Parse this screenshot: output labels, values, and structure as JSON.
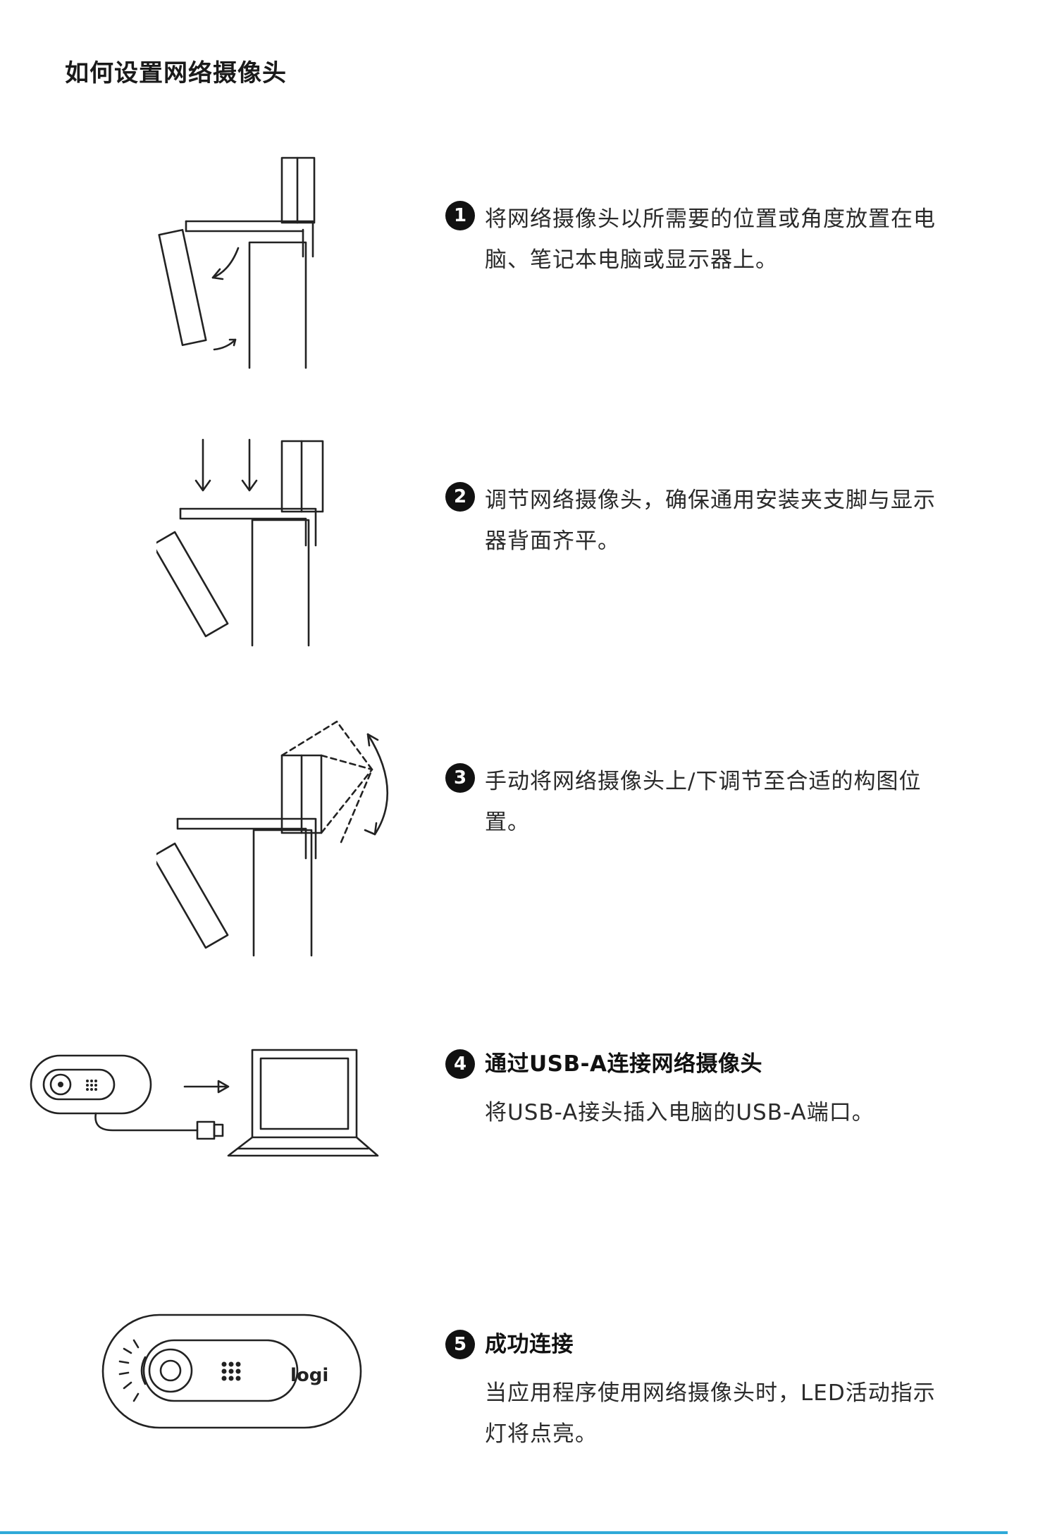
{
  "title": "如何设置网络摄像头",
  "steps": [
    {
      "number": "1",
      "text": "将网络摄像头以所需要的位置或角度放置在电脑、笔记本电脑或显示器上。"
    },
    {
      "number": "2",
      "text": "调节网络摄像头，确保通用安装夹支脚与显示器背面齐平。"
    },
    {
      "number": "3",
      "text": "手动将网络摄像头上/下调节至合适的构图位置。"
    },
    {
      "number": "4",
      "heading": "通过USB-A连接网络摄像头",
      "text": "将USB-A接头插入电脑的USB-A端口。"
    },
    {
      "number": "5",
      "heading": "成功连接",
      "text": "当应用程序使用网络摄像头时，LED活动指示灯将点亮。"
    }
  ],
  "webcam_logo": "logi",
  "colors": {
    "accent_rule": "#2fa9d8",
    "line_art": "#222222"
  }
}
